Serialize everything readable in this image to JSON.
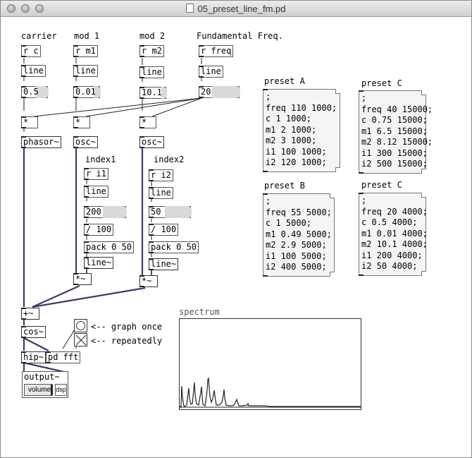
{
  "window": {
    "title": "05_preset_line_fm.pd"
  },
  "comments": {
    "carrier": "carrier",
    "mod1": "mod 1",
    "mod2": "mod 2",
    "fundamental": "Fundamental Freq.",
    "index1": "index1",
    "index2": "index2",
    "graph_once": "<-- graph once",
    "repeatedly": "<-- repeatedly",
    "preset_a": "preset A",
    "preset_b": "preset B",
    "preset_c1": "preset C",
    "preset_c2": "preset C"
  },
  "objects": {
    "r_c": "r c",
    "r_m1": "r m1",
    "r_m2": "r m2",
    "r_freq": "r freq",
    "line_c": "line",
    "line_m1": "line",
    "line_m2": "line",
    "line_freq": "line",
    "mul_c": "*",
    "mul_m1": "*",
    "mul_m2": "*",
    "phasor": "phasor~",
    "osc1": "osc~",
    "osc2": "osc~",
    "r_i1": "r i1",
    "r_i2": "r i2",
    "line_i1": "line",
    "line_i2": "line",
    "div1": "/ 100",
    "div2": "/ 100",
    "pack1": "pack 0 50",
    "pack2": "pack 0 50",
    "line_sig1": "line~",
    "line_sig2": "line~",
    "mulsig1": "*~",
    "mulsig2": "*~",
    "plus": "+~",
    "cos": "cos~",
    "hip": "hip~",
    "pd_fft": "pd fft"
  },
  "numbers": {
    "carrier": "0.5",
    "mod1": "0.01",
    "mod2": "10.1",
    "freq": "20",
    "index1": "200",
    "index2": "50"
  },
  "presets": {
    "a": [
      ";",
      "freq 110 1000;",
      "c 1 1000;",
      "m1 2 1000;",
      "m2 3 1000;",
      "i1 100 1000;",
      "i2 120 1000;"
    ],
    "c1": [
      ";",
      "freq 40 15000;",
      "c 0.75 15000;",
      "m1 6.5 15000;",
      "m2 8.12 15000;",
      "i1 300 15000;",
      "i2 500 15000;"
    ],
    "b": [
      ";",
      "freq 55 5000;",
      "c 1 5000;",
      "m1 0.49 5000;",
      "m2 2.9 5000;",
      "i1 100 5000;",
      "i2 400 5000;"
    ],
    "c2": [
      ";",
      "freq 20 4000;",
      "c 0.5 4000;",
      "m1 0.01 4000;",
      "m2 10.1 4000;",
      "i1 200 4000;",
      "i2 50 4000;"
    ]
  },
  "graph": {
    "label": "spectrum"
  },
  "output": {
    "label": "output~",
    "volume_label": "volume",
    "dsp_label": "dsp"
  },
  "colors": {
    "signal_wire": "#3b3b6b",
    "control_wire": "#222222",
    "number_ext": "#d9d9d9"
  }
}
